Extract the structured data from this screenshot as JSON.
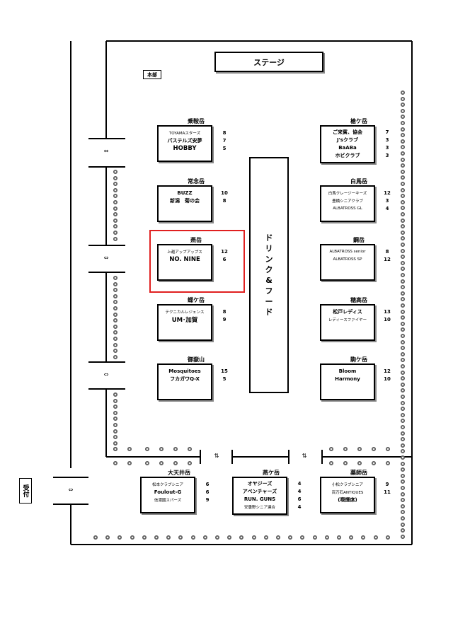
{
  "stage_label": "ステージ",
  "hq_label": "本部",
  "drink_food_chars": [
    "ド",
    "リ",
    "ン",
    "ク",
    "&",
    "フ",
    "ー",
    "ド"
  ],
  "reception_label": "受付",
  "door_arrow": "⇔",
  "passage_arrow": "⇅",
  "left_blocks": [
    {
      "name": "乗鞍岳",
      "teams": [
        {
          "name": "TOYAMAスターズ",
          "count": "8",
          "size": "small"
        },
        {
          "name": "パステルズ安夢",
          "count": "7",
          "size": "normal"
        },
        {
          "name": "HOBBY",
          "count": "5",
          "size": "big"
        }
      ]
    },
    {
      "name": "常念岳",
      "teams": [
        {
          "name": "BUZZ",
          "count": "10",
          "size": "normal"
        },
        {
          "name": "新潟　菊の会",
          "count": "8",
          "size": "normal"
        }
      ]
    },
    {
      "name": "燕岳",
      "teams": [
        {
          "name": "上越アップアップス",
          "count": "12",
          "size": "small"
        },
        {
          "name": "NO. NINE",
          "count": "6",
          "size": "big"
        }
      ]
    },
    {
      "name": "蝶ケ岳",
      "teams": [
        {
          "name": "テクニカルレジェンス",
          "count": "8",
          "size": "small"
        },
        {
          "name": "UM･加賀",
          "count": "9",
          "size": "big"
        }
      ]
    },
    {
      "name": "御嶽山",
      "teams": [
        {
          "name": "Mosquitoes",
          "count": "15",
          "size": "normal"
        },
        {
          "name": "フカガワQ-X",
          "count": "5",
          "size": "normal"
        }
      ]
    }
  ],
  "right_blocks": [
    {
      "name": "槍ケ岳",
      "teams": [
        {
          "name": "ご来賓、協会",
          "count": "7",
          "size": "normal"
        },
        {
          "name": "J'sクラブ",
          "count": "3",
          "size": "normal"
        },
        {
          "name": "BaABa",
          "count": "3",
          "size": "normal"
        },
        {
          "name": "ホビクラブ",
          "count": "3",
          "size": "normal"
        }
      ]
    },
    {
      "name": "白馬岳",
      "teams": [
        {
          "name": "白馬クレージーキーズ",
          "count": "12",
          "size": "small"
        },
        {
          "name": "豊橋シニアクラブ",
          "count": "3",
          "size": "small"
        },
        {
          "name": "ALBATROSS GL",
          "count": "4",
          "size": "small"
        }
      ]
    },
    {
      "name": "鋼岳",
      "teams": [
        {
          "name": "ALBATROSS senior",
          "count": "8",
          "size": "small"
        },
        {
          "name": "ALBATROSS SP",
          "count": "12",
          "size": "small"
        }
      ]
    },
    {
      "name": "穂高岳",
      "teams": [
        {
          "name": "松戸レディス",
          "count": "13",
          "size": "normal"
        },
        {
          "name": "レディースファイヤー",
          "count": "10",
          "size": "small"
        }
      ]
    },
    {
      "name": "駒ケ岳",
      "teams": [
        {
          "name": "Bloom",
          "count": "12",
          "size": "normal"
        },
        {
          "name": "Harmony",
          "count": "10",
          "size": "normal"
        }
      ]
    }
  ],
  "bottom_blocks": [
    {
      "name": "大天井岳",
      "teams": [
        {
          "name": "松本クラブシニア",
          "count": "6",
          "size": "small"
        },
        {
          "name": "Foulout-G",
          "count": "6",
          "size": "normal"
        },
        {
          "name": "信濃國スパーズ",
          "count": "9",
          "size": "small"
        }
      ]
    },
    {
      "name": "燕ケ岳",
      "teams": [
        {
          "name": "オヤジーズ",
          "count": "4",
          "size": "normal"
        },
        {
          "name": "アベンチャーズ",
          "count": "4",
          "size": "normal"
        },
        {
          "name": "RUN. GUNS",
          "count": "6",
          "size": "normal"
        },
        {
          "name": "安曇野シニア連合",
          "count": "4",
          "size": "small"
        }
      ]
    },
    {
      "name": "薬師岳",
      "teams": [
        {
          "name": "小松クラブシニア",
          "count": "9",
          "size": "small"
        },
        {
          "name": "百万石ANTIQUES",
          "count": "11",
          "size": "small"
        },
        {
          "name": "(喫煙席)",
          "count": "",
          "size": "normal"
        }
      ]
    }
  ],
  "highlight_color": "#e02020"
}
